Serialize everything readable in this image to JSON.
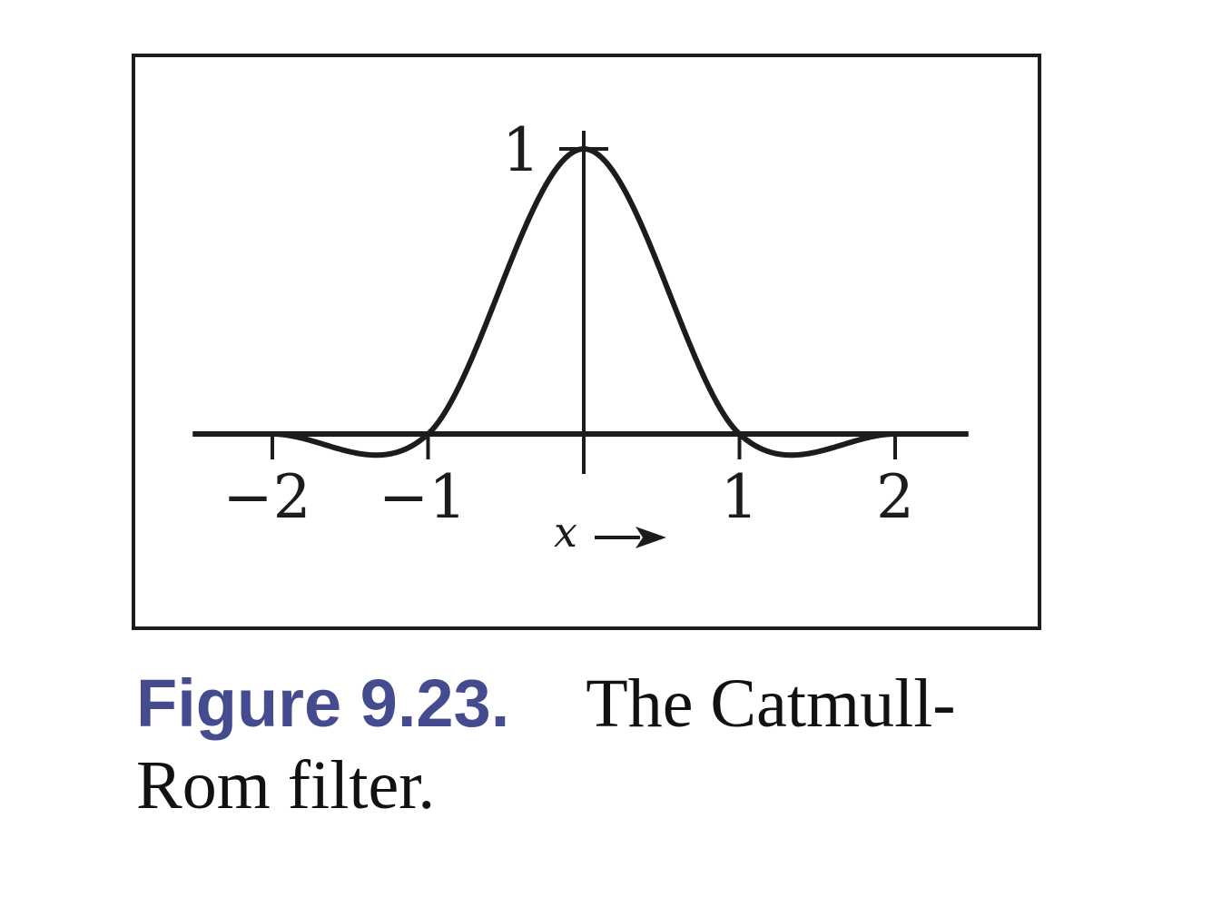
{
  "caption": {
    "label": "Figure 9.23.",
    "text_line1": "The Catmull-",
    "text_line2": "Rom filter.",
    "label_color": "#444b8f",
    "highlight_color": "#d3e9e3"
  },
  "chart_data": {
    "type": "line",
    "title": "",
    "xlabel": "x",
    "ylabel": "",
    "xlim": [
      -2.5,
      2.5
    ],
    "ylim": [
      -0.1,
      1
    ],
    "x_ticks": [
      -2,
      -1,
      1,
      2
    ],
    "x_tick_labels": [
      "−2",
      "−1",
      "1",
      "2"
    ],
    "y_ticks": [
      1
    ],
    "y_tick_labels": [
      "1"
    ],
    "grid": false,
    "legend": "none",
    "series": [
      {
        "x": [
          -2.5,
          -2.0,
          -1.8,
          -1.6,
          -1.4,
          -1.333,
          -1.2,
          -1.0,
          -0.8,
          -0.6,
          -0.4,
          -0.2,
          0.0,
          0.2,
          0.4,
          0.6,
          0.8,
          1.0,
          1.2,
          1.333,
          1.4,
          1.6,
          1.8,
          2.0,
          2.5
        ],
        "y": [
          0.0,
          0.0,
          -0.016,
          -0.048,
          -0.072,
          -0.074,
          -0.064,
          0.0,
          0.128,
          0.384,
          0.672,
          0.904,
          1.0,
          0.904,
          0.672,
          0.384,
          0.128,
          0.0,
          -0.064,
          -0.074,
          -0.072,
          -0.048,
          -0.016,
          0.0,
          0.0
        ]
      }
    ]
  }
}
